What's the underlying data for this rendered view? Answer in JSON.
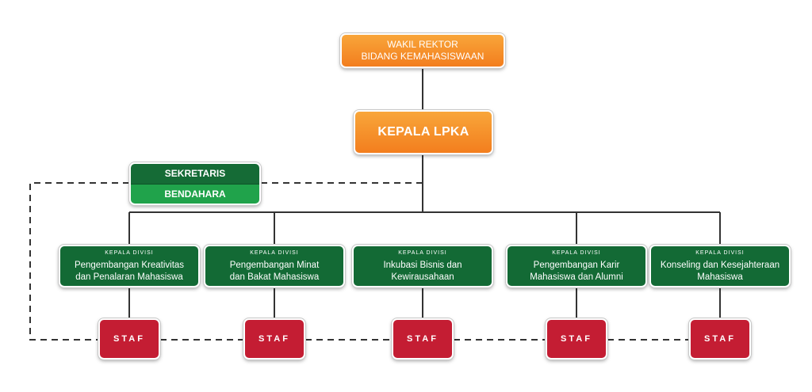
{
  "wakil_rektor": {
    "line1": "WAKIL REKTOR",
    "line2": "BIDANG KEMAHASISWAAN"
  },
  "kepala": {
    "label": "KEPALA LPKA"
  },
  "sekretaris": {
    "label": "SEKRETARIS"
  },
  "bendahara": {
    "label": "BENDAHARA"
  },
  "divisions": [
    {
      "title": "KEPALA DIVISI",
      "name_line1": "Pengembangan Kreativitas",
      "name_line2": "dan Penalaran Mahasiswa"
    },
    {
      "title": "KEPALA DIVISI",
      "name_line1": "Pengembangan Minat",
      "name_line2": "dan Bakat Mahasiswa"
    },
    {
      "title": "KEPALA DIVISI",
      "name_line1": "Inkubasi Bisnis dan",
      "name_line2": "Kewirausahaan"
    },
    {
      "title": "KEPALA DIVISI",
      "name_line1": "Pengembangan Karir",
      "name_line2": "Mahasiswa dan Alumni"
    },
    {
      "title": "KEPALA DIVISI",
      "name_line1": "Konseling dan Kesejahteraan",
      "name_line2": "Mahasiswa"
    }
  ],
  "staf": [
    {
      "label": "STAF"
    },
    {
      "label": "STAF"
    },
    {
      "label": "STAF"
    },
    {
      "label": "STAF"
    },
    {
      "label": "STAF"
    }
  ],
  "colors": {
    "orange": "#f5901f",
    "dark_green": "#136a35",
    "light_green": "#20a34b",
    "red": "#c41d33",
    "line": "#333333"
  }
}
